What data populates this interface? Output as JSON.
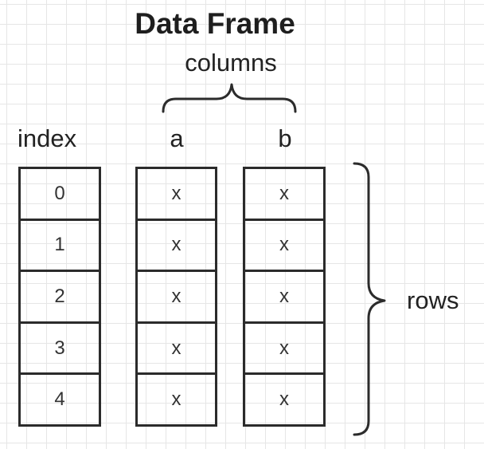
{
  "title": "Data Frame",
  "columns_label": "columns",
  "rows_label": "rows",
  "headers": {
    "index": "index",
    "a": "a",
    "b": "b"
  },
  "index_values": [
    "0",
    "1",
    "2",
    "3",
    "4"
  ],
  "column_a_values": [
    "x",
    "x",
    "x",
    "x",
    "x"
  ],
  "column_b_values": [
    "x",
    "x",
    "x",
    "x",
    "x"
  ]
}
